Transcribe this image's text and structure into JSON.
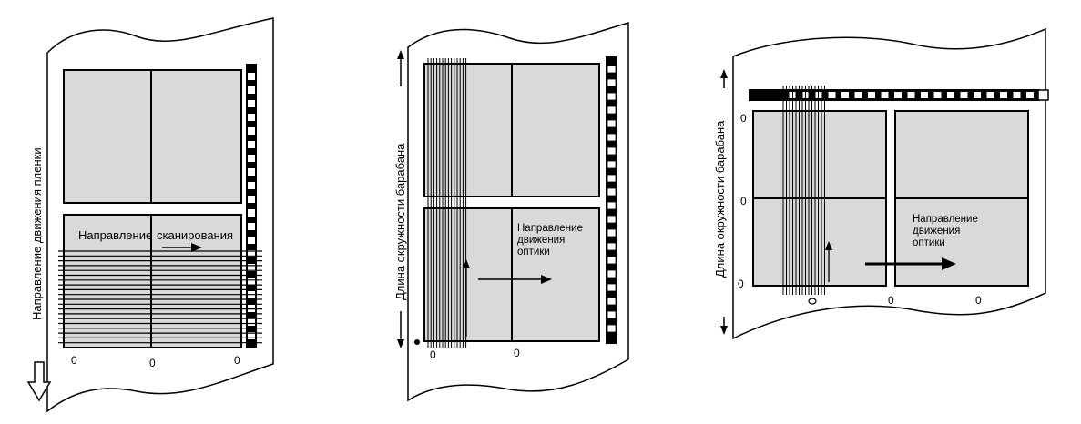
{
  "panel1": {
    "side_label": "Направление движения пленки",
    "scan_label_1": "Направление",
    "scan_label_2": "сканирования",
    "zero_marks": [
      "0",
      "0",
      "0"
    ]
  },
  "panel2": {
    "side_label": "Длина окружности барабана",
    "optics_label_1": "Направление",
    "optics_label_2": "движения",
    "optics_label_3": "оптики",
    "zero_marks": [
      "0",
      "0"
    ]
  },
  "panel3": {
    "side_label": "Длина окружности барабана",
    "optics_label_1": "Направление",
    "optics_label_2": "движения",
    "optics_label_3": "оптики",
    "zero_marks": [
      "0",
      "0",
      "0",
      "0",
      "0"
    ]
  },
  "colors": {
    "frame_fill": "#d9d9d9",
    "stroke": "#000000",
    "background": "#ffffff"
  }
}
